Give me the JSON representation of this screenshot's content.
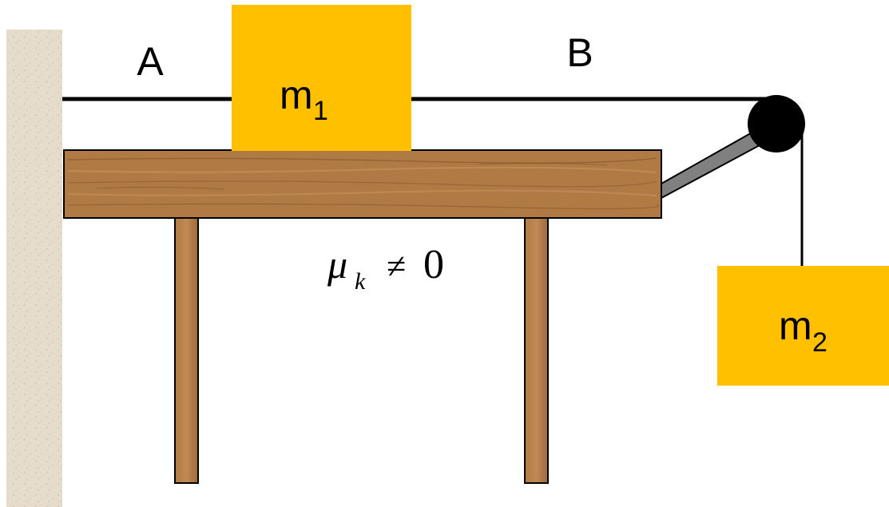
{
  "diagram": {
    "rope_labels": {
      "left": "A",
      "right": "B"
    },
    "blocks": {
      "on_table": {
        "letter": "m",
        "subscript": "1"
      },
      "hanging": {
        "letter": "m",
        "subscript": "2"
      }
    },
    "friction": {
      "symbol": "μ",
      "subscript": "k",
      "relation": "≠",
      "value": "0"
    },
    "colors": {
      "block": "#FFC000",
      "wood": "#B07A45",
      "wood_grain": "#8A5A2E",
      "wall": "#E6DCCB",
      "rope": "#000000",
      "pulley": "#000000",
      "pulley_arm": "#808080"
    }
  }
}
